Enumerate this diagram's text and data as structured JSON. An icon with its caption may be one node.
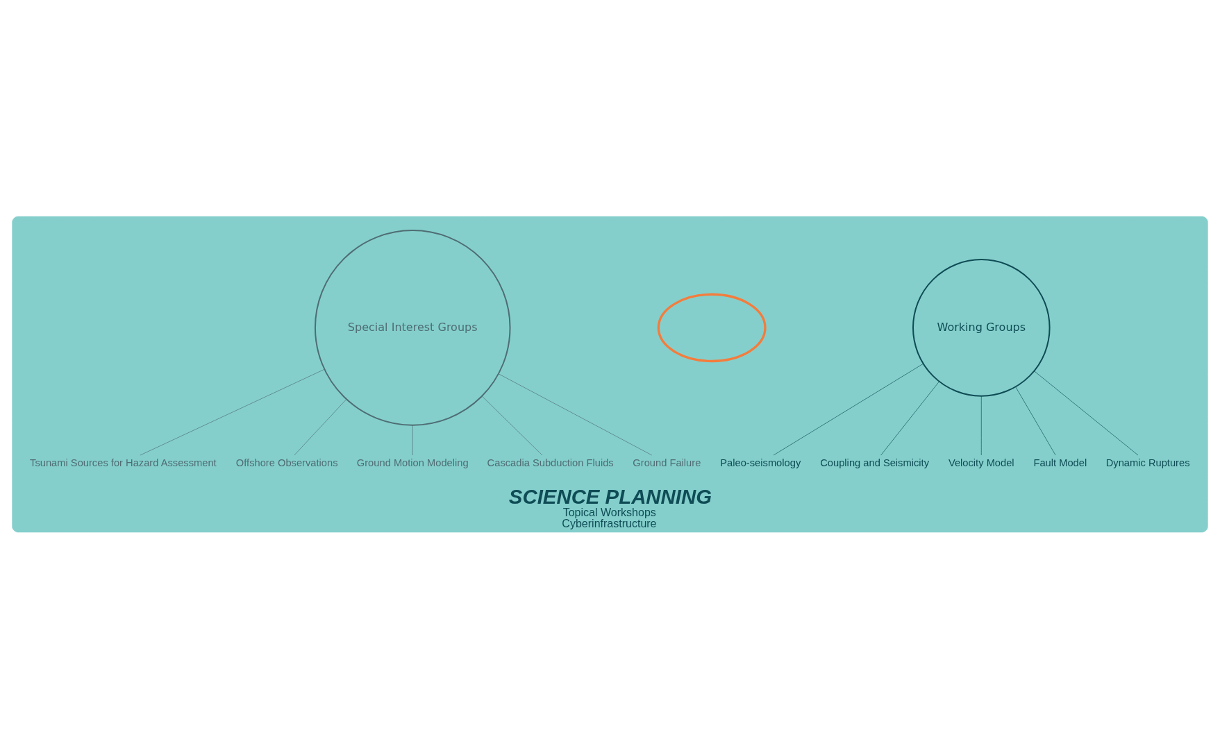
{
  "diagram": {
    "nodes": [
      {
        "text": [
          "SCIENCE PLANNING",
          "Topical Workshops",
          "Cyberinfrastructure"
        ]
      },
      {
        "text": [
          "Working Groups"
        ],
        "in": 0
      },
      {
        "text": [
          "Paleo-seismology"
        ],
        "in": 0
      },
      {
        "text": [
          "Coupling and Seismicity"
        ],
        "in": 0
      },
      {
        "text": [
          "Velocity Model"
        ],
        "in": 0
      },
      {
        "text": [
          "Fault Model"
        ],
        "in": 0
      },
      {
        "text": [
          "Dynamic Ruptures"
        ],
        "in": 0
      },
      {
        "text": [],
        "shape": "ellipse",
        "in": 0
      },
      {
        "text": [
          "Special Interest Groups"
        ],
        "in": 0
      },
      {
        "text": [
          "Tsunami Sources for Hazard Assessment"
        ],
        "in": 0
      },
      {
        "text": [
          "Offshore Observations"
        ],
        "in": 0
      },
      {
        "text": [
          "Ground Motion Modeling"
        ],
        "in": 0
      },
      {
        "text": [
          "Cascadia Subduction Fluids"
        ],
        "in": 0
      },
      {
        "text": [
          "Ground Failure"
        ],
        "in": 0
      }
    ],
    "edges": [
      {
        "from": 1,
        "to": 2,
        "arrow": "none"
      },
      {
        "from": 1,
        "to": 3,
        "arrow": "none"
      },
      {
        "from": 1,
        "to": 4,
        "arrow": "none"
      },
      {
        "from": 1,
        "to": 5,
        "arrow": "none"
      },
      {
        "from": 1,
        "to": 6,
        "arrow": "none"
      },
      {
        "from": 8,
        "to": 9,
        "arrow": "none"
      },
      {
        "from": 8,
        "to": 10,
        "arrow": "none"
      },
      {
        "from": 8,
        "to": 11,
        "arrow": "none"
      },
      {
        "from": 8,
        "to": 12,
        "arrow": "none"
      },
      {
        "from": 8,
        "to": 13,
        "arrow": "none"
      }
    ]
  }
}
